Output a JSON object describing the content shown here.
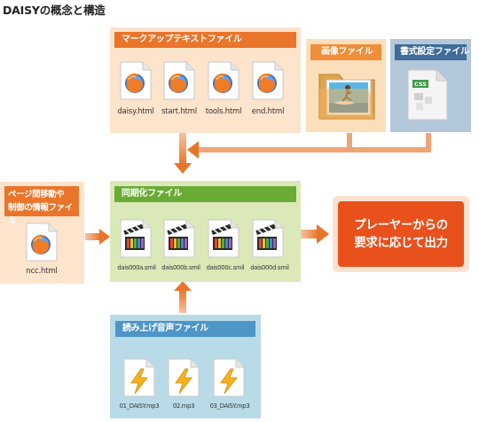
{
  "page_title": "DAISYの概念と構造",
  "markup_panel": {
    "title": "マークアップテキストファイル",
    "files": [
      "daisy.html",
      "start.html",
      "tools.html",
      "end.html"
    ]
  },
  "image_panel": {
    "title": "画像ファイル"
  },
  "style_panel": {
    "title": "書式設定ファイル",
    "file_label": "CSS"
  },
  "ncc_panel": {
    "title_line1": "ページ間移動や",
    "title_line2": "制御の情報ファイル",
    "file": "ncc.html"
  },
  "sync_panel": {
    "title": "同期化ファイル",
    "files": [
      "dais000a.smil",
      "dais000b.smil",
      "dais000c.smil",
      "dais000d.smil"
    ]
  },
  "audio_panel": {
    "title": "読み上げ音声ファイル",
    "files": [
      "01_DAISY.mp3",
      "02.mp3",
      "03_DAISY.mp3"
    ]
  },
  "output": {
    "line1": "プレーヤーからの",
    "line2": "要求に応じて出力"
  },
  "colors": {
    "orange_tab": "#e9752b",
    "green_tab": "#6aab35",
    "blue_tab": "#4e95c8",
    "slate_tab": "#3f6c99",
    "output": "#e8501c"
  },
  "icons": {
    "html": "html-file-icon",
    "smil": "clapperboard-file-icon",
    "mp3": "lightning-file-icon",
    "css": "css-file-icon",
    "image": "image-folder-icon"
  }
}
